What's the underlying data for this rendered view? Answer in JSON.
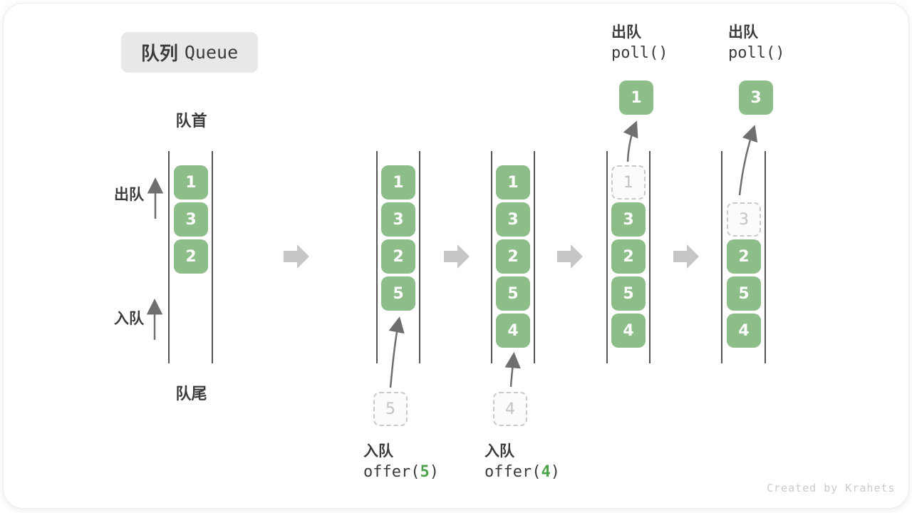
{
  "title": {
    "zh": "队列",
    "en": "Queue"
  },
  "labels": {
    "front": "队首",
    "rear": "队尾",
    "dequeue": "出队",
    "enqueue": "入队"
  },
  "queues": {
    "q1": {
      "cells": [
        "1",
        "3",
        "2"
      ]
    },
    "q2": {
      "cells": [
        "1",
        "3",
        "2",
        "5"
      ],
      "pending": "5"
    },
    "q3": {
      "cells": [
        "1",
        "3",
        "2",
        "5",
        "4"
      ],
      "pending": "4"
    },
    "q4": {
      "removed": "1",
      "cells": [
        "3",
        "2",
        "5",
        "4"
      ],
      "popped": "1"
    },
    "q5": {
      "removed": "3",
      "cells": [
        "2",
        "5",
        "4"
      ],
      "popped": "3"
    }
  },
  "operations": {
    "enqueue1": {
      "label": "入队",
      "fn": "offer(",
      "arg": "5",
      "close": ")"
    },
    "enqueue2": {
      "label": "入队",
      "fn": "offer(",
      "arg": "4",
      "close": ")"
    },
    "dequeue1": {
      "label": "出队",
      "fn": "poll()"
    },
    "dequeue2": {
      "label": "出队",
      "fn": "poll()"
    }
  },
  "watermark": "Created by Krahets",
  "colors": {
    "cell_green": "#8DBE89",
    "code_arg_green": "#4BA24B",
    "block_arrow_gray": "#C6C6C6",
    "thin_arrow_gray": "#6F6F6F",
    "text_dark": "#3B3B3B",
    "dashed_gray": "#C9C9C9",
    "title_bg": "#E8E8E8"
  }
}
